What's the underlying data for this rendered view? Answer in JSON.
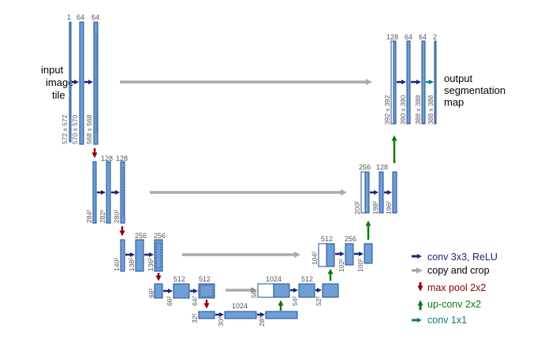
{
  "input_label": [
    "input",
    "image",
    "tile"
  ],
  "output_label": [
    "output",
    "segmentation",
    "map"
  ],
  "channels": {
    "l1": [
      "1",
      "64",
      "64"
    ],
    "l2": [
      "128",
      "128"
    ],
    "l3": [
      "256",
      "256"
    ],
    "l4": [
      "512",
      "512"
    ],
    "l5": [
      "1024"
    ],
    "u4": [
      "1024",
      "512"
    ],
    "u3": [
      "512",
      "256"
    ],
    "u2": [
      "256",
      "128"
    ],
    "u1": [
      "128",
      "64",
      "64",
      "2"
    ]
  },
  "dims": {
    "l1": [
      "572 x 572",
      "570 x 570",
      "568 x 568"
    ],
    "l2": [
      "284²",
      "282²",
      "280²"
    ],
    "l3": [
      "140²",
      "138²",
      "136²"
    ],
    "l4": [
      "68²",
      "66²",
      "64²"
    ],
    "l5": [
      "32²",
      "30²",
      "28²"
    ],
    "u4": [
      "56²",
      "54²",
      "52²"
    ],
    "u3": [
      "104²",
      "102²",
      "100²"
    ],
    "u2": [
      "200²",
      "198²",
      "196²"
    ],
    "u1": [
      "392 x 392",
      "390 x 390",
      "388 x 388",
      "388 x 388"
    ]
  },
  "legend": [
    {
      "label": "conv 3x3, ReLU",
      "color": "#1a237e",
      "icon": "conv-arrow-icon"
    },
    {
      "label": "copy and crop",
      "color": "#9e9e9e",
      "icon": "copy-crop-arrow-icon"
    },
    {
      "label": "max pool 2x2",
      "color": "#8b0000",
      "icon": "max-pool-arrow-icon"
    },
    {
      "label": "up-conv 2x2",
      "color": "#0a7a0a",
      "icon": "up-conv-arrow-icon"
    },
    {
      "label": "conv 1x1",
      "color": "#117a7a",
      "icon": "conv1x1-arrow-icon"
    }
  ],
  "colors": {
    "feature_map": "#6f9fd6",
    "feature_border": "#1f4e8c",
    "conv": "#1a237e",
    "copy": "#aaaaaa",
    "pool": "#8b0000",
    "upconv": "#0a7a0a",
    "conv1x1": "#117a7a"
  }
}
